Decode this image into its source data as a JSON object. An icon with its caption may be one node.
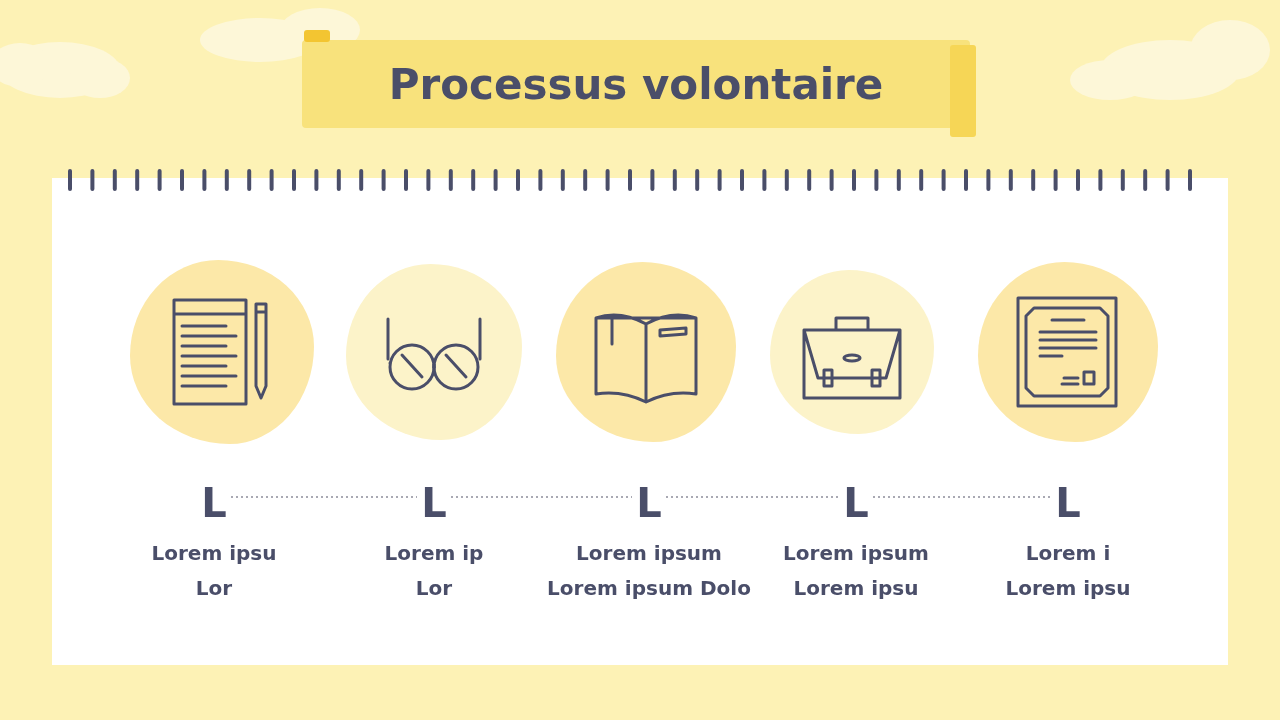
{
  "diagram": {
    "title": "Processus volontaire",
    "nodes": [
      {
        "text": [],
        "shape": "picture"
      },
      {
        "text": [],
        "shape": "picture"
      },
      {
        "text": [],
        "shape": "picture"
      },
      {
        "text": [],
        "shape": "picture"
      },
      {
        "text": [],
        "shape": "picture"
      },
      {
        "text": [
          "L"
        ],
        "beside": [
          "Lorem ipsu",
          "Lor"
        ]
      },
      {
        "text": [
          "L"
        ],
        "beside": [
          "Lorem ip",
          "Lor"
        ]
      },
      {
        "text": [
          "L"
        ],
        "beside": [
          "Lorem ipsum",
          "Lorem ipsum Dolo"
        ]
      },
      {
        "text": [
          "L"
        ],
        "beside": [
          "Lorem ipsum",
          "Lorem ipsu"
        ]
      },
      {
        "text": [
          "L"
        ],
        "beside": [
          "Lorem i",
          "Lorem ipsu"
        ]
      }
    ],
    "edges": [
      {
        "from": 5,
        "to": 6,
        "arrow": "none",
        "style": "dashed"
      },
      {
        "from": 6,
        "to": 7,
        "arrow": "none",
        "style": "dashed"
      },
      {
        "from": 7,
        "to": 8,
        "arrow": "none",
        "style": "dashed"
      },
      {
        "from": 8,
        "to": 9,
        "arrow": "none",
        "style": "dashed"
      }
    ]
  }
}
